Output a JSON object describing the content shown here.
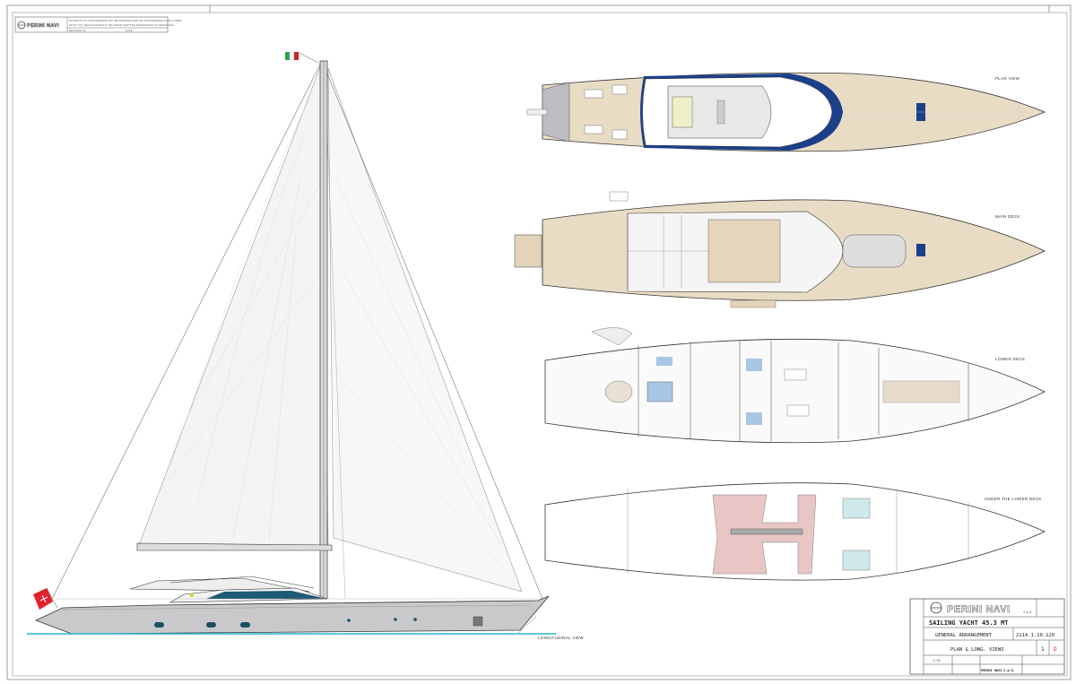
{
  "header_block": {
    "brand": "PERINI NAVI",
    "notice_line1": "NO PARTS OF THIS DRAWING MAY BE REPRODUCED OR TRANSFERRED IN ANY FORM",
    "notice_line2": "OR BY ANY MEANS WITHOUT THE PRIOR WRITTEN PERMISSION OF PERINI NAVI",
    "field_left": "REVISION 01",
    "field_right": "DATE"
  },
  "views": {
    "longitudinal": "LONGITUDINAL VIEW",
    "plan": "PLAN VIEW",
    "main_deck": "MAIN DECK",
    "lower_deck": "LOWER DECK",
    "under_lower_deck": "UNDER THE LOWER DECK"
  },
  "title_block": {
    "brand": "PERINI NAVI",
    "brand_suffix": "S.p.A.",
    "project": "SAILING YACHT 45.3 MT",
    "drawing_title": "GENERAL ARRANGEMENT",
    "drawing_number": "2114.1.10.120",
    "subtitle": "PLAN & LONG. VIEWS",
    "sheet": "1",
    "revision": "D",
    "scale": "1:75",
    "company": "PERINI NAVI S.p.A."
  },
  "colors": {
    "deck": "#e9dcc4",
    "hull": "#c9c9cc",
    "superstructure_glass": "#1d5a73",
    "waterline": "#2bb3d8",
    "accent_blue": "#1b3f8a",
    "tank_red": "#e9c6c6",
    "tank_cyan": "#cfe9ea",
    "revision_red": "#d0202a"
  }
}
